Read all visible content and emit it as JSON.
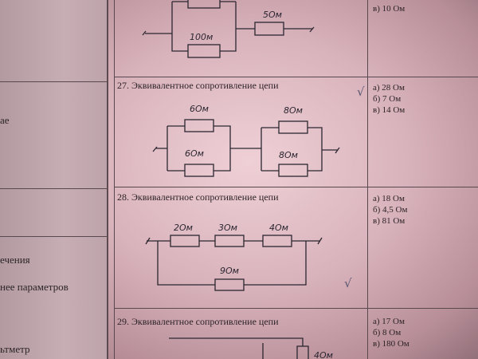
{
  "left_page": {
    "fragments": [
      "ае",
      "ечения",
      "нее параметров",
      "ьтметр"
    ]
  },
  "top_circuit": {
    "labels": [
      "100м",
      "5Ом"
    ]
  },
  "answer_top": "в) 10 Ом",
  "q27": {
    "title": "27. Эквивалентное сопротивление цепи",
    "labels": [
      "6Ом",
      "6Ом",
      "8Ом",
      "8Ом"
    ],
    "answers": [
      "а) 28 Ом",
      "б) 7 Ом",
      "в) 14 Ом"
    ],
    "mark": "√"
  },
  "q28": {
    "title": "28. Эквивалентное сопротивление цепи",
    "labels": [
      "2Ом",
      "3Ом",
      "4Ом",
      "9Ом"
    ],
    "answers": [
      "а) 18 Ом",
      "б) 4,5 Ом",
      "в) 81 Ом"
    ],
    "mark": "√"
  },
  "q29": {
    "title": "29. Эквивалентное сопротивление цепи",
    "labels": [
      "4Ом"
    ],
    "answers": [
      "а) 17 Ом",
      "б) 8 Ом",
      "в) 180 Ом"
    ]
  }
}
